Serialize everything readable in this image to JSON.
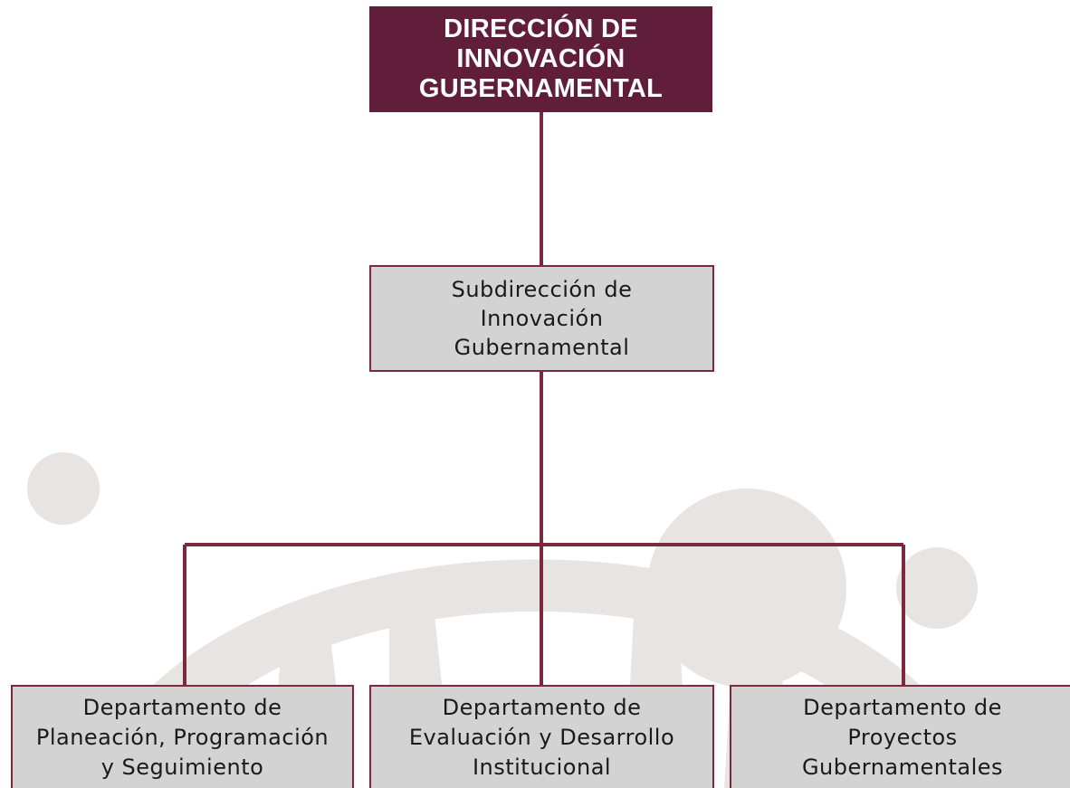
{
  "colors": {
    "maroon": "#611e3b",
    "connector": "#7b2a3e",
    "box_fill": "#d3d3d3",
    "box_border": "#7b2a3e",
    "watermark": "#e7e4e2"
  },
  "direccion": {
    "lines": [
      "DIRECCIÓN DE",
      "INNOVACIÓN",
      "GUBERNAMENTAL"
    ]
  },
  "subdireccion": {
    "lines": [
      "Subdirección de",
      "Innovación",
      "Gubernamental"
    ]
  },
  "departamentos": [
    {
      "lines": [
        "Departamento de",
        "Planeación, Programación",
        "y Seguimiento"
      ]
    },
    {
      "lines": [
        "Departamento de",
        "Evaluación y Desarrollo",
        "Institucional"
      ]
    },
    {
      "lines": [
        "Departamento de",
        "Proyectos",
        "Gubernamentales"
      ]
    }
  ]
}
